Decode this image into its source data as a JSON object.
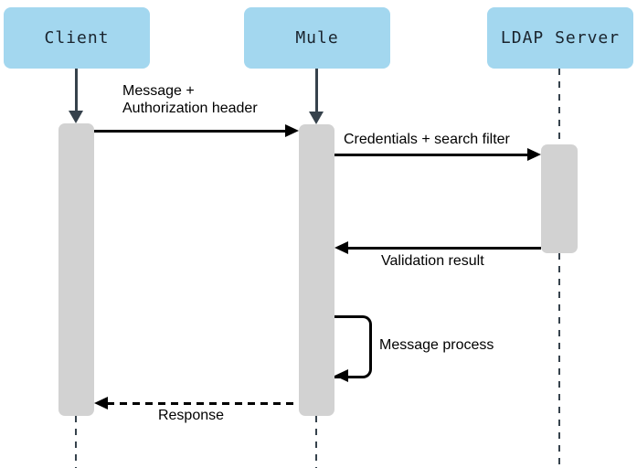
{
  "diagram": {
    "kind": "uml-sequence-diagram",
    "participants": [
      {
        "label": "Client"
      },
      {
        "label": "Mule"
      },
      {
        "label": "LDAP Server"
      }
    ],
    "messages": [
      {
        "from": "Client",
        "to": "Mule",
        "line_style": "solid",
        "label_lines": [
          "Message +",
          "Authorization header"
        ]
      },
      {
        "from": "Mule",
        "to": "LDAP Server",
        "line_style": "solid",
        "label": "Credentials + search filter"
      },
      {
        "from": "LDAP Server",
        "to": "Mule",
        "line_style": "solid",
        "label": "Validation result"
      },
      {
        "from": "Mule",
        "to": "Mule",
        "shape": "self-loop",
        "line_style": "solid",
        "label": "Message process"
      },
      {
        "from": "Mule",
        "to": "Client",
        "line_style": "dashed",
        "label": "Response"
      }
    ]
  },
  "colors": {
    "background": "#ffffff",
    "participant_fill": "#a3d7ef",
    "participant_text": "#1a242e",
    "activation_fill": "#d2d2d2",
    "lifeline": "#36424c",
    "message": "#000000"
  }
}
